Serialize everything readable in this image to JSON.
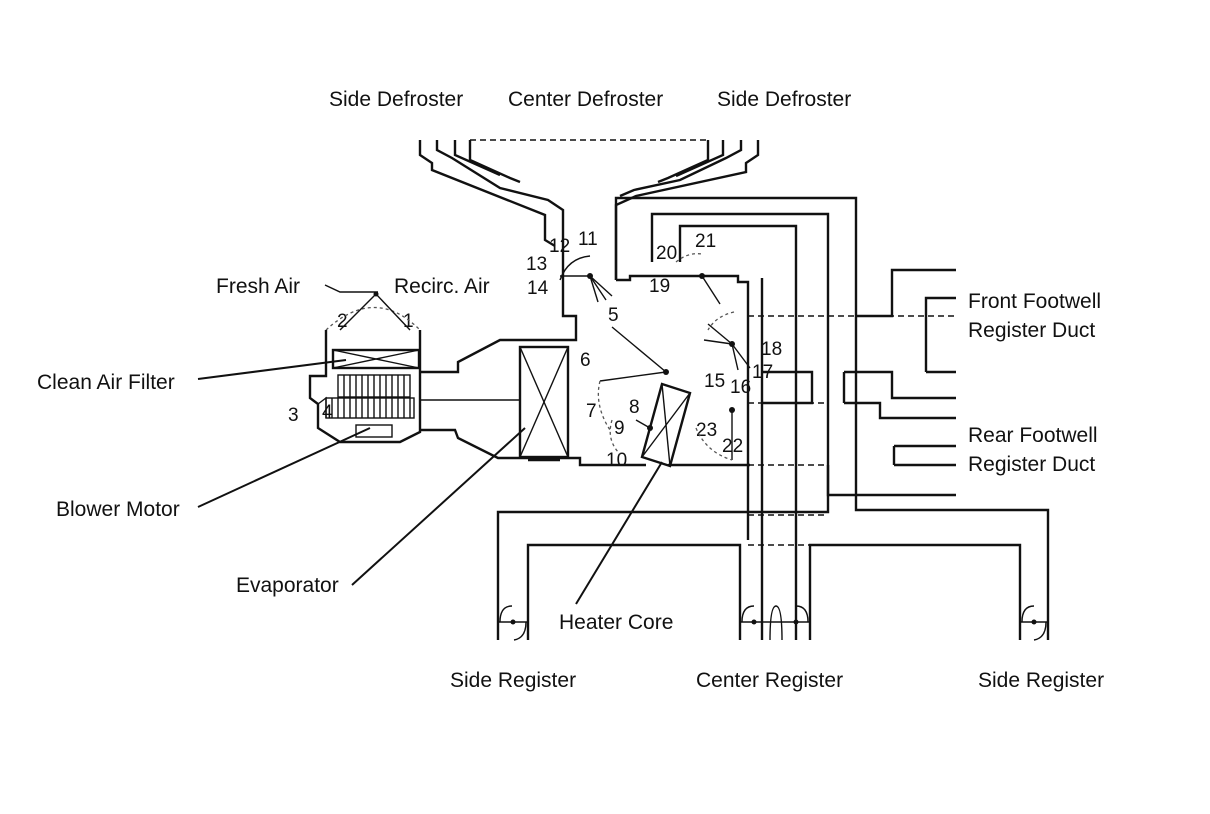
{
  "labels": {
    "side_defroster_left": "Side Defroster",
    "center_defroster": "Center Defroster",
    "side_defroster_right": "Side Defroster",
    "fresh_air": "Fresh Air",
    "recirc_air": "Recirc. Air",
    "clean_air_filter": "Clean Air Filter",
    "blower_motor": "Blower Motor",
    "evaporator": "Evaporator",
    "heater_core": "Heater Core",
    "front_footwell_1": "Front Footwell",
    "front_footwell_2": "Register Duct",
    "rear_footwell_1": "Rear Footwell",
    "rear_footwell_2": "Register Duct",
    "side_register_left": "Side Register",
    "center_register": "Center Register",
    "side_register_right": "Side Register"
  },
  "numbers": {
    "n1": "1",
    "n2": "2",
    "n3": "3",
    "n4": "4",
    "n5": "5",
    "n6": "6",
    "n7": "7",
    "n8": "8",
    "n9": "9",
    "n10": "10",
    "n11": "11",
    "n12": "12",
    "n13": "13",
    "n14": "14",
    "n15": "15",
    "n16": "16",
    "n17": "17",
    "n18": "18",
    "n19": "19",
    "n20": "20",
    "n21": "21",
    "n22": "22",
    "n23": "23"
  }
}
